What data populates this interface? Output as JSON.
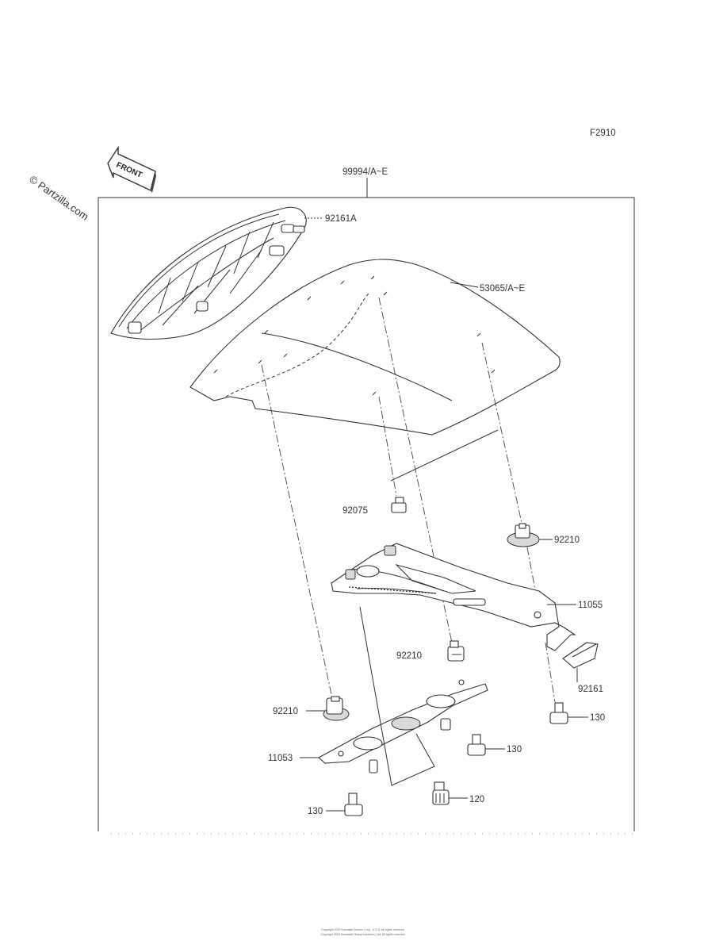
{
  "diagram_code": "F2910",
  "watermark": "© Partzilla.com",
  "front_label": "FRONT",
  "assembly_label": "99994/A~E",
  "labels": {
    "l_92161A": "92161A",
    "l_53065": "53065/A~E",
    "l_92075": "92075",
    "l_92210_top": "92210",
    "l_11055": "11055",
    "l_92210_mid": "92210",
    "l_92161": "92161",
    "l_92210_left": "92210",
    "l_130_right": "130",
    "l_130_mid": "130",
    "l_11053": "11053",
    "l_120": "120",
    "l_130_left": "130"
  },
  "footer": {
    "line1": "Copyright 2020 Kawasaki Motors Corp., U.S.A. All rights reserved.",
    "line2": "Copyright 2020 Kawasaki Heavy Industries, Ltd. All rights reserved."
  }
}
